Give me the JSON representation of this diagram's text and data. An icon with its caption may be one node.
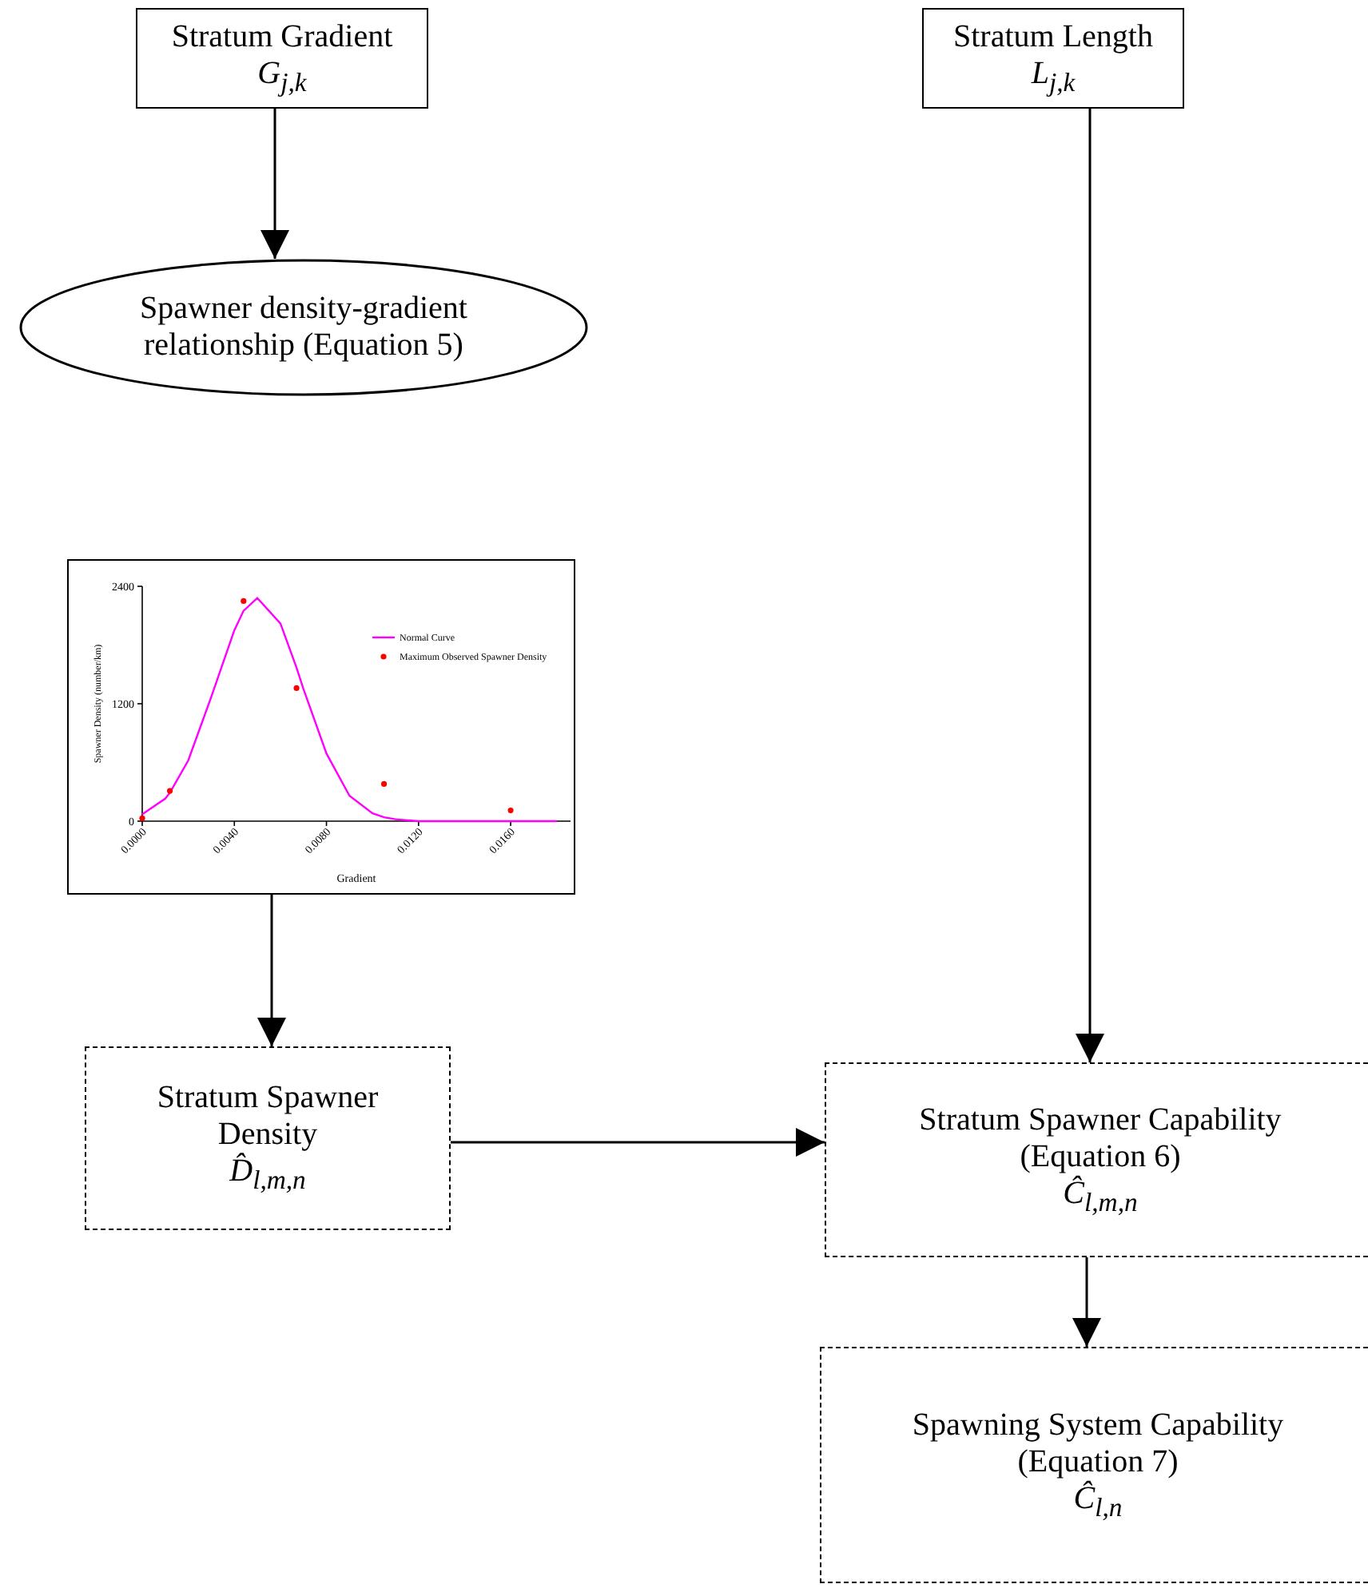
{
  "diagram": {
    "nodes": [
      {
        "text": [
          "Stratum Gradient",
          "G$_{j,k}$"
        ]
      },
      {
        "text": [
          "Stratum Length",
          "L$_{j,k}$"
        ]
      },
      {
        "text": [
          "Spawner density-gradient relationship (Equation 5)"
        ]
      },
      {
        "text": [],
        "shape": "picture"
      },
      {
        "text": [
          "Stratum Spawner Density",
          "D̂$_{l,m,n}$"
        ]
      },
      {
        "text": [
          "Stratum Spawner Capability (Equation 6)",
          "Ĉ$_{l,m,n}$"
        ]
      },
      {
        "text": [
          "Spawning System Capability (Equation 7)",
          "Ĉ$_{l,n}$"
        ]
      }
    ],
    "edges": [
      {
        "from": 0,
        "to": 2,
        "arrow": "to"
      },
      {
        "from": 3,
        "to": 4,
        "arrow": "to"
      },
      {
        "from": 1,
        "to": 5,
        "arrow": "to"
      },
      {
        "from": 4,
        "to": 5,
        "arrow": "to"
      },
      {
        "from": 5,
        "to": 6,
        "arrow": "to"
      }
    ],
    "chart_data": {
      "type": "line",
      "xlabel": "Gradient",
      "ylabel": "Spawner Density (number/km)",
      "x": [
        0,
        0.001,
        0.0012,
        0.002,
        0.003,
        0.004,
        0.0044,
        0.005,
        0.006,
        0.0067,
        0.007,
        0.008,
        0.009,
        0.01,
        0.0105,
        0.011,
        0.012,
        0.013,
        0.014,
        0.015,
        0.016,
        0.017,
        0.018
      ],
      "series": [
        {
          "name": "Normal Curve",
          "type": "line",
          "color": "#ff00ff",
          "values": [
            70,
            230,
            290,
            620,
            1270,
            1950,
            2150,
            2280,
            2020,
            1570,
            1350,
            690,
            260,
            80,
            40,
            20,
            0,
            0,
            0,
            0,
            0,
            0,
            0
          ]
        },
        {
          "name": "Maximum Observed Spawner Density",
          "type": "scatter",
          "color": "#ff0000",
          "values": [
            30,
            null,
            310,
            null,
            null,
            null,
            2250,
            null,
            null,
            1360,
            null,
            null,
            null,
            null,
            380,
            null,
            null,
            null,
            null,
            null,
            110,
            null,
            null
          ]
        }
      ],
      "legend": "upper right",
      "xlim": [
        0,
        0.0186
      ],
      "ylim": [
        0,
        2400
      ],
      "xticks": [
        {
          "value": 0,
          "label": "0.0000"
        },
        {
          "value": 0.004,
          "label": "0.0040"
        },
        {
          "value": 0.008,
          "label": "0.0080"
        },
        {
          "value": 0.012,
          "label": "0.0120"
        },
        {
          "value": 0.016,
          "label": "0.0160"
        }
      ],
      "yticks": [
        0,
        1200,
        2400
      ]
    }
  }
}
